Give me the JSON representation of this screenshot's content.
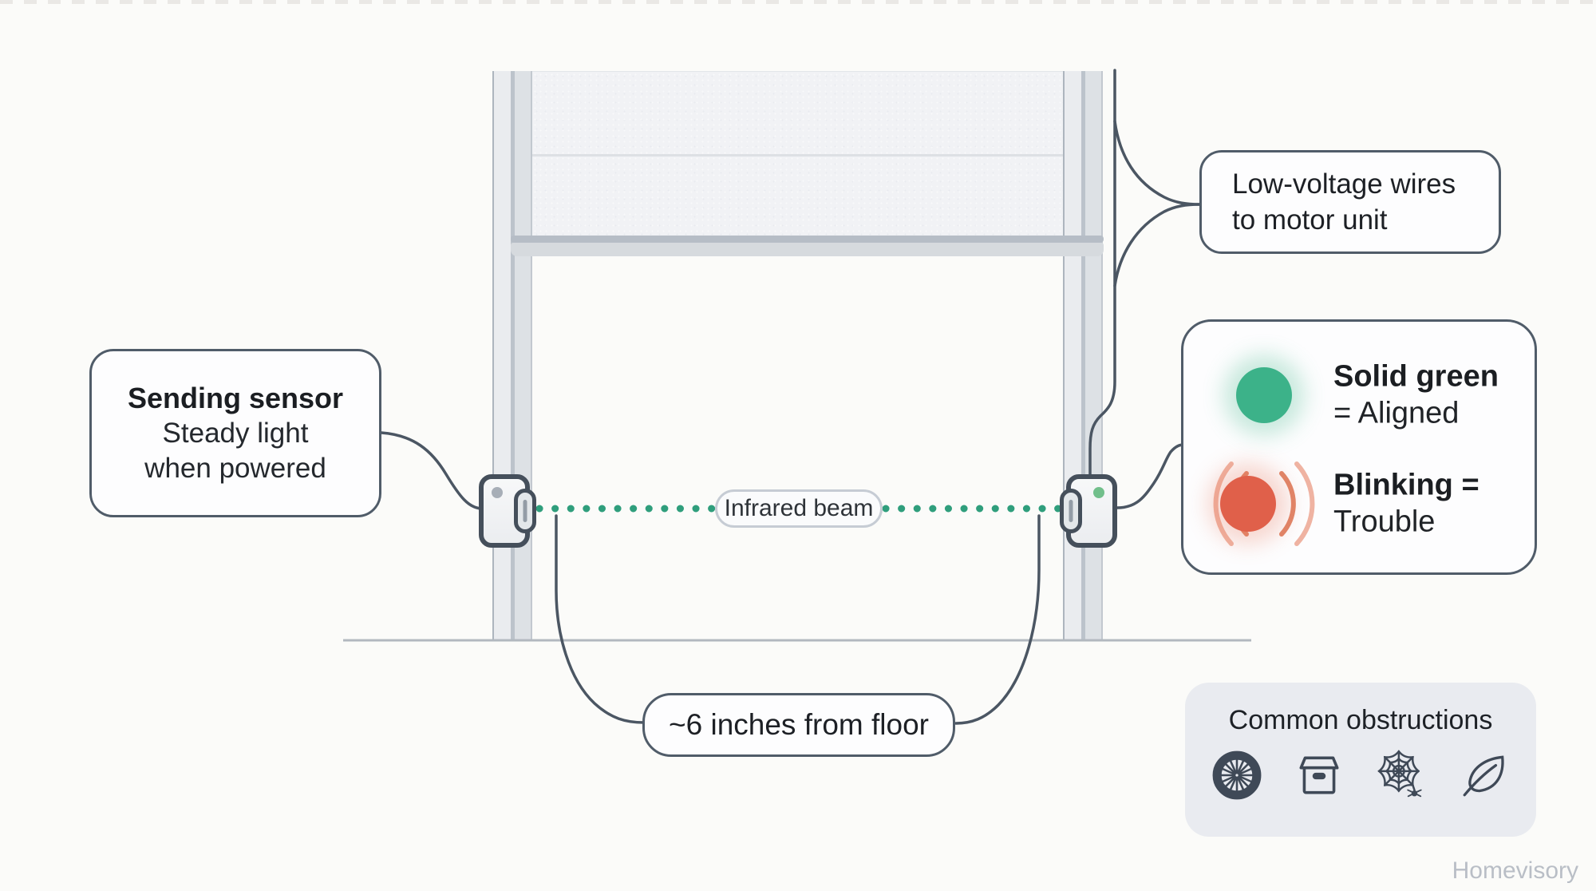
{
  "callouts": {
    "sending": {
      "title": "Sending sensor",
      "line1": "Steady light",
      "line2": "when powered"
    },
    "low_voltage": {
      "line1": "Low-voltage wires",
      "line2": "to motor unit"
    },
    "beam_label": "Infrared beam",
    "height_label": "~6 inches from floor"
  },
  "status_legend": {
    "green_title": "Solid green",
    "green_sub": "= Aligned",
    "red_title": "Blinking =",
    "red_sub": "Trouble"
  },
  "obstructions": {
    "title": "Common obstructions",
    "icons": [
      "wheel",
      "storage-box",
      "spider-web",
      "leaf"
    ]
  },
  "watermark": "Homevisory",
  "colors": {
    "beam_green": "#2f9e7c",
    "status_green": "#3cb289",
    "status_red": "#e0604a",
    "outline_slate": "#4b5663",
    "panel_gray": "#e9ebf0"
  }
}
